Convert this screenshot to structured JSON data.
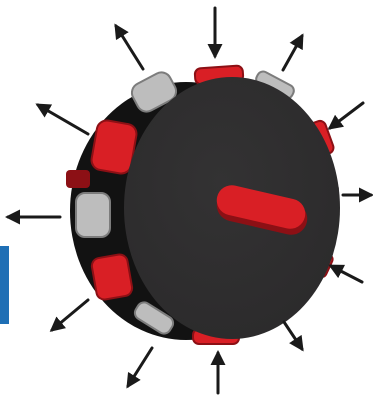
{
  "diagram": {
    "subject": "knob-with-radial-arrows",
    "colors": {
      "background": "#ffffff",
      "knob_face": "#2b2a2b",
      "knob_side": "#121212",
      "pad_red": "#d91f25",
      "pad_red_dark": "#8c1015",
      "pad_gray": "#bdbdbd",
      "pad_gray_dark": "#7c7c7c",
      "arrow": "#1a1a1a",
      "edge_accent": "#1f6fb5"
    },
    "arrows": [
      {
        "id": "arrow-top",
        "direction": "inward"
      },
      {
        "id": "arrow-top-right",
        "direction": "outward"
      },
      {
        "id": "arrow-right-upper",
        "direction": "inward"
      },
      {
        "id": "arrow-right",
        "direction": "outward"
      },
      {
        "id": "arrow-right-lower",
        "direction": "inward"
      },
      {
        "id": "arrow-bottom-right",
        "direction": "outward"
      },
      {
        "id": "arrow-bottom",
        "direction": "inward"
      },
      {
        "id": "arrow-bottom-left",
        "direction": "outward"
      },
      {
        "id": "arrow-left-lower",
        "direction": "outward"
      },
      {
        "id": "arrow-left",
        "direction": "outward"
      },
      {
        "id": "arrow-left-upper",
        "direction": "outward"
      },
      {
        "id": "arrow-top-left",
        "direction": "outward"
      }
    ]
  }
}
